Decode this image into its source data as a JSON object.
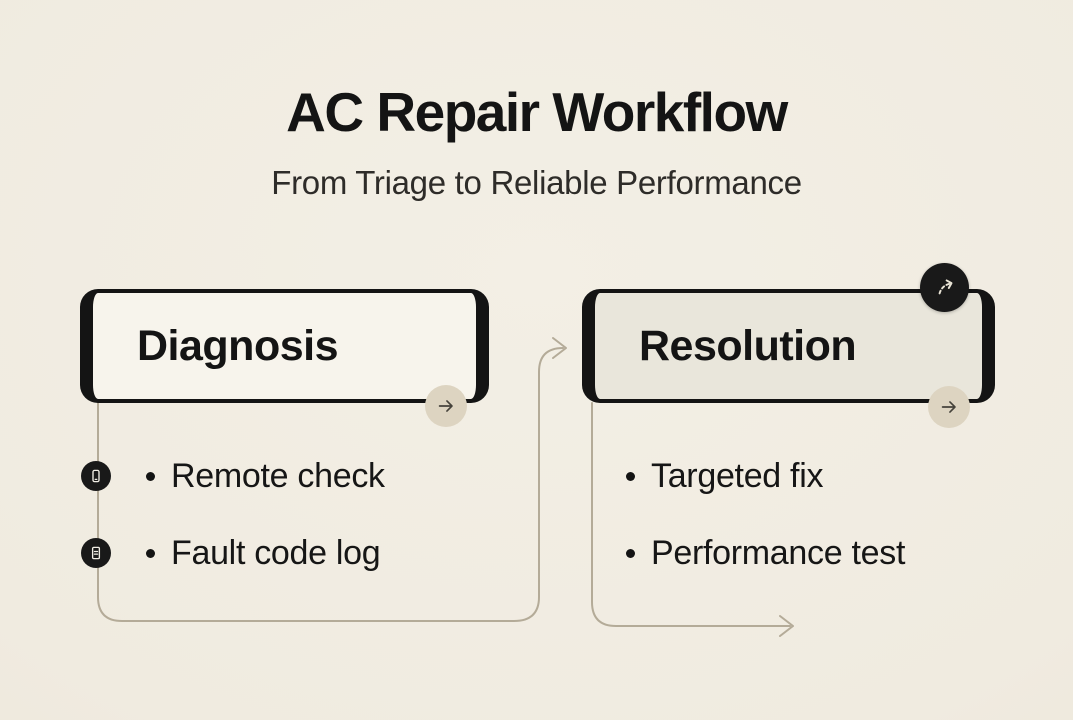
{
  "header": {
    "title": "AC Repair Workflow",
    "subtitle": "From Triage to Reliable Performance"
  },
  "stages": [
    {
      "title": "Diagnosis",
      "items": [
        {
          "icon": "smartphone-icon",
          "label": "Remote check"
        },
        {
          "icon": "document-icon",
          "label": "Fault code log"
        }
      ]
    },
    {
      "title": "Resolution",
      "items": [
        {
          "label": "Targeted fix"
        },
        {
          "label": "Performance test"
        }
      ]
    }
  ],
  "colors": {
    "background": "#f0ebe0",
    "box_border": "#141414",
    "diagnosis_fill": "#f7f4ec",
    "resolution_fill": "#e9e6db",
    "connector": "#b4ab98",
    "arrow_chip": "#ddd4c1",
    "badge": "#191919",
    "title_text": "#141414",
    "subtitle_text": "#2e2c29"
  }
}
